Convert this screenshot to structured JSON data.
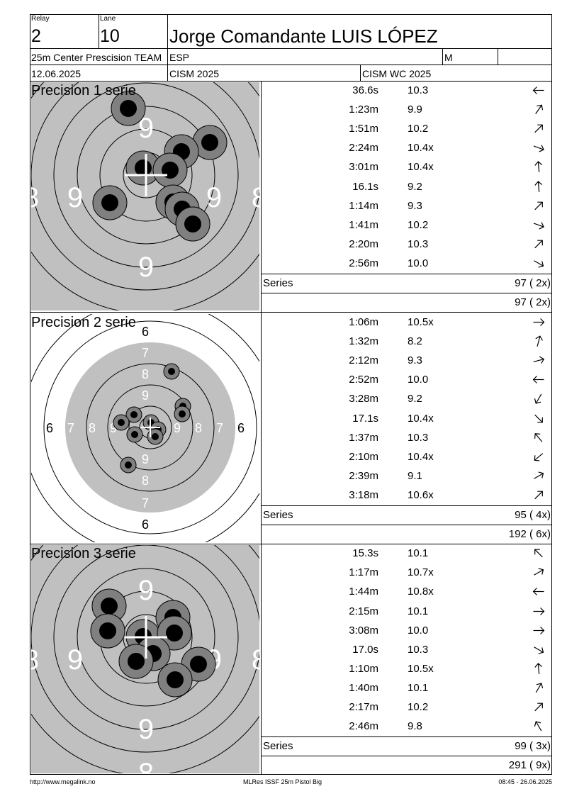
{
  "header": {
    "relay_label": "Relay",
    "relay_value": "2",
    "lane_label": "Lane",
    "lane_value": "10",
    "athlete_name": "Jorge Comandante LUIS LÓPEZ",
    "event": "25m Center Prescision TEAM",
    "nation": "ESP",
    "gender": "M",
    "date": "12.06.2025",
    "competition": "CISM 2025",
    "championship": "CISM WC 2025"
  },
  "series": [
    {
      "title": "Precision 1 serie",
      "shots": [
        {
          "time": "36.6s",
          "score": "10.3",
          "dir": 270
        },
        {
          "time": "1:23m",
          "score": "9.9",
          "dir": 35
        },
        {
          "time": "1:51m",
          "score": "10.2",
          "dir": 45
        },
        {
          "time": "2:24m",
          "score": "10.4x",
          "dir": 110
        },
        {
          "time": "3:01m",
          "score": "10.4x",
          "dir": 355
        },
        {
          "time": "16.1s",
          "score": "9.2",
          "dir": 355
        },
        {
          "time": "1:14m",
          "score": "9.3",
          "dir": 45
        },
        {
          "time": "1:41m",
          "score": "10.2",
          "dir": 110
        },
        {
          "time": "2:20m",
          "score": "10.3",
          "dir": 45
        },
        {
          "time": "2:56m",
          "score": "10.0",
          "dir": 120
        }
      ],
      "series_label": "Series",
      "series_total": "97 ( 2x)",
      "cumulative_total": "97 ( 2x)"
    },
    {
      "title": "Precision 2 serie",
      "shots": [
        {
          "time": "1:06m",
          "score": "10.5x",
          "dir": 90
        },
        {
          "time": "1:32m",
          "score": "8.2",
          "dir": 15
        },
        {
          "time": "2:12m",
          "score": "9.3",
          "dir": 75
        },
        {
          "time": "2:52m",
          "score": "10.0",
          "dir": 270
        },
        {
          "time": "3:28m",
          "score": "9.2",
          "dir": 210
        },
        {
          "time": "17.1s",
          "score": "10.4x",
          "dir": 135
        },
        {
          "time": "1:37m",
          "score": "10.3",
          "dir": 320
        },
        {
          "time": "2:10m",
          "score": "10.4x",
          "dir": 230
        },
        {
          "time": "2:39m",
          "score": "9.1",
          "dir": 60
        },
        {
          "time": "3:18m",
          "score": "10.6x",
          "dir": 45
        }
      ],
      "series_label": "Series",
      "series_total": "95 ( 4x)",
      "cumulative_total": "192 ( 6x)"
    },
    {
      "title": "Precision 3 serie",
      "shots": [
        {
          "time": "15.3s",
          "score": "10.1",
          "dir": 315
        },
        {
          "time": "1:17m",
          "score": "10.7x",
          "dir": 60
        },
        {
          "time": "1:44m",
          "score": "10.8x",
          "dir": 270
        },
        {
          "time": "2:15m",
          "score": "10.1",
          "dir": 90
        },
        {
          "time": "3:08m",
          "score": "10.0",
          "dir": 90
        },
        {
          "time": "17.0s",
          "score": "10.3",
          "dir": 120
        },
        {
          "time": "1:10m",
          "score": "10.5x",
          "dir": 355
        },
        {
          "time": "1:40m",
          "score": "10.1",
          "dir": 30
        },
        {
          "time": "2:17m",
          "score": "10.2",
          "dir": 45
        },
        {
          "time": "2:46m",
          "score": "9.8",
          "dir": 330
        }
      ],
      "series_label": "Series",
      "series_total": "99 ( 3x)",
      "cumulative_total": "291 ( 9x)"
    }
  ],
  "footer": {
    "left": "http://www.megalink.no",
    "center": "MLRes ISSF 25m Pistol Big",
    "right": "08:45 - 26.06.2025"
  }
}
